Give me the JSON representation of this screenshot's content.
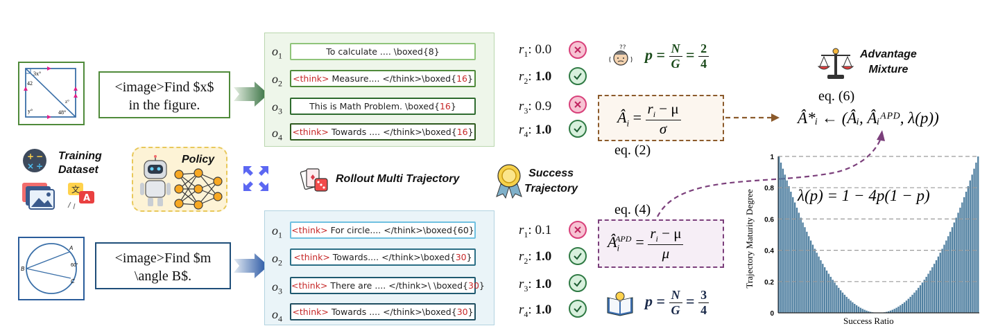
{
  "colors": {
    "green_dark": "#2e6b2e",
    "green_border": "#4f8a3a",
    "blue_dark": "#1f4e79",
    "teal_border": "#2a6f86",
    "red": "#c62828",
    "brown_dash": "#8b5a2b",
    "purple_dash": "#7b3f7b",
    "bar_fill": "#4f7fa0"
  },
  "top": {
    "question": "<image>Find $x$ in the figure.",
    "question_line1": "<image>Find $x$",
    "question_line2": "in the figure.",
    "figure_labels": [
      "3x°",
      "42",
      "y°",
      "48°",
      "z°"
    ],
    "outputs": [
      {
        "label": "o",
        "index": "1",
        "pre": "",
        "think_open": "",
        "text": "To calculate .... \\boxed{",
        "ans": "8",
        "post": "}"
      },
      {
        "label": "o",
        "index": "2",
        "pre": "",
        "think_open": "<think>",
        "text": " Measure.... </think>\\boxed{",
        "ans": "16",
        "post": "}"
      },
      {
        "label": "o",
        "index": "3",
        "pre": "",
        "think_open": "",
        "text": "This is Math Problem. \\boxed{",
        "ans": "16",
        "post": "}"
      },
      {
        "label": "o",
        "index": "4",
        "pre": "",
        "think_open": "<think>",
        "text": " Towards .... </think>\\boxed{",
        "ans": "16",
        "post": "}"
      }
    ],
    "rewards": [
      {
        "label": "r",
        "index": "1",
        "value": "0.0",
        "status": "wrong"
      },
      {
        "label": "r",
        "index": "2",
        "value": "1.0",
        "status": "correct"
      },
      {
        "label": "r",
        "index": "3",
        "value": "0.9",
        "status": "wrong"
      },
      {
        "label": "r",
        "index": "4",
        "value": "1.0",
        "status": "correct"
      }
    ],
    "p_eq": {
      "lhs": "p",
      "N": "N",
      "G": "G",
      "num": "2",
      "den": "4"
    }
  },
  "bottom": {
    "question_line1": "<image>Find $m",
    "question_line2": "\\angle B$.",
    "figure_labels": [
      "A",
      "B",
      "C",
      "60°"
    ],
    "outputs": [
      {
        "label": "o",
        "index": "1",
        "think_open": "<think>",
        "text": " For circle.... </think>\\boxed{",
        "ans": "60",
        "post": "}"
      },
      {
        "label": "o",
        "index": "2",
        "think_open": "<think>",
        "text": " Towards.... </think>\\boxed{",
        "ans": "30",
        "post": "}"
      },
      {
        "label": "o",
        "index": "3",
        "think_open": "<think>",
        "text": " There are .... </think>\\ \\boxed{",
        "ans": "30",
        "post": "}"
      },
      {
        "label": "o",
        "index": "4",
        "think_open": "<think>",
        "text": " Towards .... </think>\\boxed{",
        "ans": "30",
        "post": "}"
      }
    ],
    "rewards": [
      {
        "label": "r",
        "index": "1",
        "value": "0.1",
        "status": "wrong"
      },
      {
        "label": "r",
        "index": "2",
        "value": "1.0",
        "status": "correct"
      },
      {
        "label": "r",
        "index": "3",
        "value": "1.0",
        "status": "correct"
      },
      {
        "label": "r",
        "index": "4",
        "value": "1.0",
        "status": "correct"
      }
    ],
    "p_eq": {
      "lhs": "p",
      "N": "N",
      "G": "G",
      "num": "3",
      "den": "4"
    }
  },
  "middle": {
    "training_dataset": "Training\nDataset",
    "training_line1": "Training",
    "training_line2": "Dataset",
    "policy": "Policy",
    "rollout": "Rollout Multi Trajectory",
    "success_line1": "Success",
    "success_line2": "Trajectory"
  },
  "equations": {
    "eq2_label": "eq. (2)",
    "eq4_label": "eq. (4)",
    "eq6_label": "eq. (6)",
    "std_lhs": "Â",
    "std_sub": "i",
    "std_num": "r",
    "std_num_sub": "i",
    "std_num_rest": " − μ",
    "std_den": "σ",
    "apd_sup": "APD",
    "apd_den": "μ",
    "mixture": "Â*ᵢ ← (Âᵢ, Âᵢᴬᴾᴰ, λ(p))",
    "advantage_line1": "Advantage",
    "advantage_line2": "Mixture"
  },
  "chart_data": {
    "type": "bar",
    "formula": "λ(p) = 1 − 4p(1 − p)",
    "xlabel": "Success Ratio",
    "ylabel": "Trajectory Maturity Degree",
    "ylim": [
      0,
      1
    ],
    "yticks": [
      "0",
      "0.2",
      "0.4",
      "0.6",
      "0.8",
      "1"
    ],
    "n_bars": 101,
    "function": "1 - 4p(1-p)",
    "grid": "horizontal dashed"
  }
}
